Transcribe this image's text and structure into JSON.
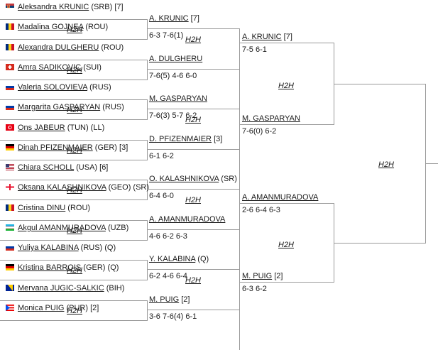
{
  "r1": [
    {
      "name": "Aleksandra KRUNIC",
      "suffix": " (SRB) [7]",
      "flag": "srb"
    },
    {
      "name": "Madalina GOJNEA",
      "suffix": " (ROU)",
      "flag": "rou"
    },
    {
      "name": "Alexandra DULGHERU",
      "suffix": " (ROU)",
      "flag": "rou"
    },
    {
      "name": "Amra SADIKOVIC",
      "suffix": " (SUI)",
      "flag": "sui"
    },
    {
      "name": "Valeria SOLOVIEVA",
      "suffix": " (RUS)",
      "flag": "rus"
    },
    {
      "name": "Margarita GASPARYAN",
      "suffix": " (RUS)",
      "flag": "rus"
    },
    {
      "name": "Ons JABEUR",
      "suffix": " (TUN) (LL)",
      "flag": "tun"
    },
    {
      "name": "Dinah PFIZENMAIER",
      "suffix": " (GER) [3]",
      "flag": "ger"
    },
    {
      "name": "Chiara SCHOLL",
      "suffix": " (USA) [6]",
      "flag": "usa"
    },
    {
      "name": "Oksana KALASHNIKOVA",
      "suffix": " (GEO) (SR)",
      "flag": "geo"
    },
    {
      "name": "Cristina DINU",
      "suffix": " (ROU)",
      "flag": "rou"
    },
    {
      "name": "Akgul AMANMURADOVA",
      "suffix": " (UZB)",
      "flag": "uzb"
    },
    {
      "name": "Yuliya KALABINA",
      "suffix": " (RUS) (Q)",
      "flag": "rus"
    },
    {
      "name": "Kristina BARROIS",
      "suffix": " (GER) (Q)",
      "flag": "ger"
    },
    {
      "name": "Mervana JUGIC-SALKIC",
      "suffix": " (BIH)",
      "flag": "bih"
    },
    {
      "name": "Monica PUIG",
      "suffix": " (PUR) [2]",
      "flag": "pur"
    }
  ],
  "r2": [
    {
      "name": "A. KRUNIC",
      "suffix": " [7]",
      "score": "6-3 7-6(1)"
    },
    {
      "name": "A. DULGHERU",
      "suffix": "",
      "score": "7-6(5) 4-6 6-0"
    },
    {
      "name": "M. GASPARYAN",
      "suffix": "",
      "score": "7-6(3) 5-7 6-2"
    },
    {
      "name": "D. PFIZENMAIER",
      "suffix": " [3]",
      "score": "6-1 6-2"
    },
    {
      "name": "O. KALASHNIKOVA",
      "suffix": " (SR)",
      "score": "6-4 6-0"
    },
    {
      "name": "A. AMANMURADOVA",
      "suffix": "",
      "score": "4-6 6-2 6-3"
    },
    {
      "name": "Y. KALABINA",
      "suffix": " (Q)",
      "score": "6-2 4-6 6-4"
    },
    {
      "name": "M. PUIG",
      "suffix": " [2]",
      "score": "3-6 7-6(4) 6-1"
    }
  ],
  "r3": [
    {
      "name": "A. KRUNIC",
      "suffix": " [7]",
      "score": "7-5 6-1"
    },
    {
      "name": "M. GASPARYAN",
      "suffix": "",
      "score": "7-6(0) 6-2"
    },
    {
      "name": "A. AMANMURADOVA",
      "suffix": "",
      "score": "2-6 6-4 6-3"
    },
    {
      "name": "M. PUIG",
      "suffix": " [2]",
      "score": "6-3 6-2"
    }
  ],
  "h2h_label": "H2H",
  "colors": {
    "line": "#9a9a9a",
    "text": "#1a1a1a"
  }
}
